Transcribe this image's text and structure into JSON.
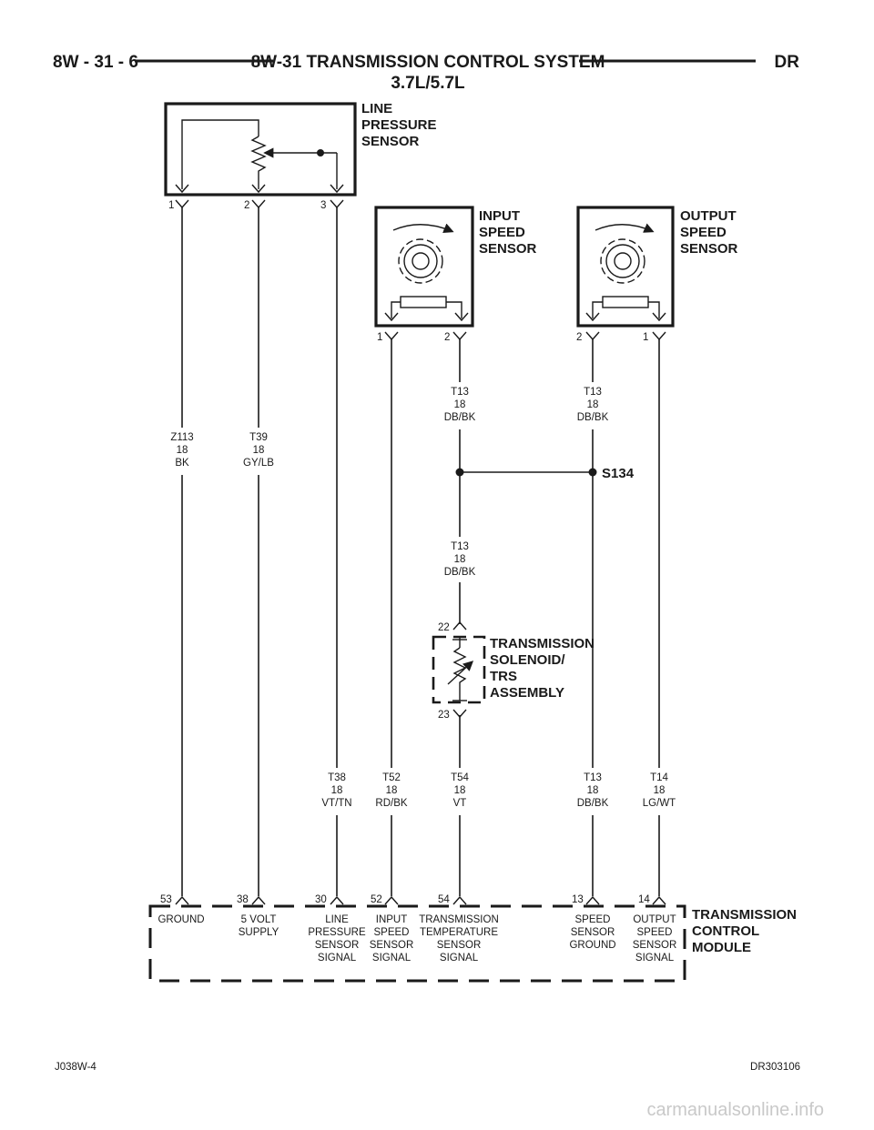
{
  "header": {
    "page_code": "8W - 31 - 6",
    "title": "8W-31 TRANSMISSION CONTROL SYSTEM",
    "subtitle": "3.7L/5.7L",
    "model": "DR"
  },
  "footer": {
    "left_code": "J038W-4",
    "right_code": "DR303106",
    "watermark": "carmanualsonline.info"
  },
  "components": {
    "line_pressure_sensor": {
      "label": [
        "LINE",
        "PRESSURE",
        "SENSOR"
      ],
      "pins": [
        "1",
        "2",
        "3"
      ]
    },
    "input_speed_sensor": {
      "label": [
        "INPUT",
        "SPEED",
        "SENSOR"
      ],
      "pins": [
        "1",
        "2"
      ]
    },
    "output_speed_sensor": {
      "label": [
        "OUTPUT",
        "SPEED",
        "SENSOR"
      ],
      "pins": [
        "2",
        "1"
      ]
    },
    "solenoid_assembly": {
      "label": [
        "TRANSMISSION",
        "SOLENOID/",
        "TRS",
        "ASSEMBLY"
      ],
      "pins": [
        "22",
        "23"
      ]
    },
    "splice": {
      "label": "S134"
    },
    "tcm": {
      "label": [
        "TRANSMISSION",
        "CONTROL",
        "MODULE"
      ]
    }
  },
  "wires": {
    "z113": [
      "Z113",
      "18",
      "BK"
    ],
    "t39": [
      "T39",
      "18",
      "GY/LB"
    ],
    "t13_input": [
      "T13",
      "18",
      "DB/BK"
    ],
    "t13_output": [
      "T13",
      "18",
      "DB/BK"
    ],
    "t13_splice": [
      "T13",
      "18",
      "DB/BK"
    ],
    "t38": [
      "T38",
      "18",
      "VT/TN"
    ],
    "t52": [
      "T52",
      "18",
      "RD/BK"
    ],
    "t54": [
      "T54",
      "18",
      "VT"
    ],
    "t13_tcm": [
      "T13",
      "18",
      "DB/BK"
    ],
    "t14": [
      "T14",
      "18",
      "LG/WT"
    ]
  },
  "tcm_pins": [
    {
      "pin": "53",
      "desc": [
        "GROUND"
      ]
    },
    {
      "pin": "38",
      "desc": [
        "5 VOLT",
        "SUPPLY"
      ]
    },
    {
      "pin": "30",
      "desc": [
        "LINE",
        "PRESSURE",
        "SENSOR",
        "SIGNAL"
      ]
    },
    {
      "pin": "52",
      "desc": [
        "INPUT",
        "SPEED",
        "SENSOR",
        "SIGNAL"
      ]
    },
    {
      "pin": "54",
      "desc": [
        "TRANSMISSION",
        "TEMPERATURE",
        "SENSOR",
        "SIGNAL"
      ]
    },
    {
      "pin": "13",
      "desc": [
        "SPEED",
        "SENSOR",
        "GROUND"
      ]
    },
    {
      "pin": "14",
      "desc": [
        "OUTPUT",
        "SPEED",
        "SENSOR",
        "SIGNAL"
      ]
    }
  ]
}
